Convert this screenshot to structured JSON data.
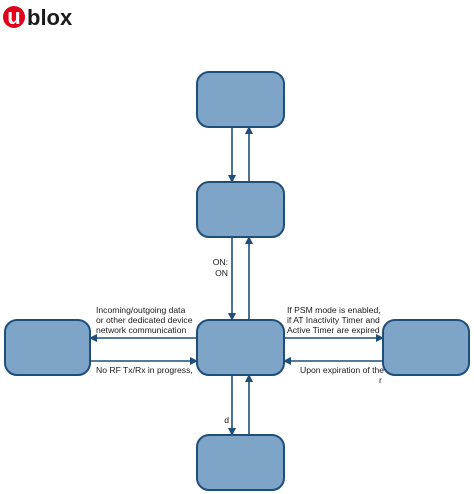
{
  "logo": {
    "mark": "u",
    "text": "blox"
  },
  "colors": {
    "box_fill": "#7ea5c8",
    "box_stroke": "#1f4e79",
    "arrow": "#1f4e79",
    "brand_red": "#e2001a",
    "brand_text": "#1a1a1a"
  },
  "labels": {
    "on_line1": "ON:",
    "on_line2": "ON",
    "incoming_line1": "Incoming/outgoing data",
    "incoming_line2": "or other dedicated device",
    "incoming_line3": "network communication",
    "no_rf": "No RF Tx/Rx in progress,",
    "psm_line1": "If PSM mode is enabled,",
    "psm_line2": "if AT Inactivity Timer and",
    "psm_line3": "Active Timer are expired",
    "upon_expiration": "Upon expiration of the",
    "r_fragment": "r",
    "d_fragment": "d"
  }
}
